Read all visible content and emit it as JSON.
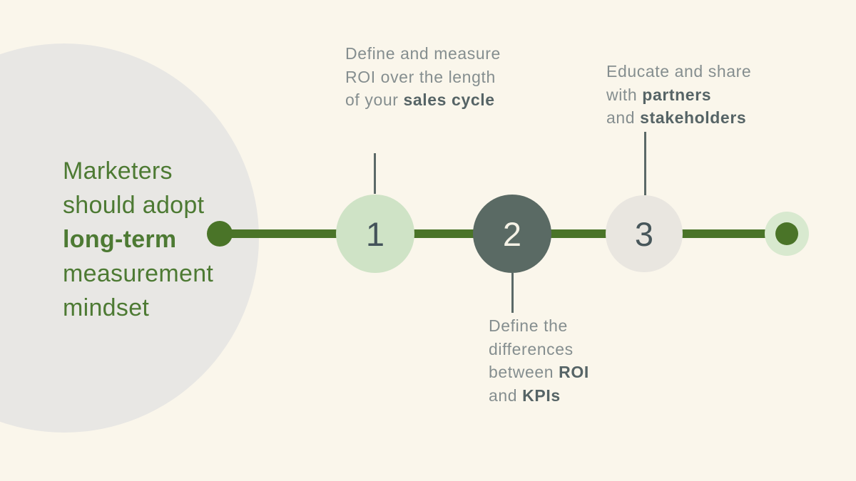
{
  "headline": {
    "lines": [
      {
        "text": "Marketers",
        "bold": false
      },
      {
        "text": "should adopt",
        "bold": false
      },
      {
        "text": "long-term",
        "bold": true
      },
      {
        "text": "measurement",
        "bold": false
      },
      {
        "text": "mindset",
        "bold": false
      }
    ]
  },
  "timeline": {
    "steps": [
      {
        "number": "1",
        "position": "above",
        "label_lines": [
          {
            "normal": "Define and measure",
            "bold": ""
          },
          {
            "normal": "ROI over the length",
            "bold": ""
          },
          {
            "normal": "of your ",
            "bold": "sales cycle"
          }
        ]
      },
      {
        "number": "2",
        "position": "below",
        "label_lines": [
          {
            "normal": "Define the",
            "bold": ""
          },
          {
            "normal": "differences",
            "bold": ""
          },
          {
            "normal": "between ",
            "bold": "ROI"
          },
          {
            "normal": "and ",
            "bold": "KPIs"
          }
        ]
      },
      {
        "number": "3",
        "position": "above",
        "label_lines": [
          {
            "normal": "Educate and share",
            "bold": ""
          },
          {
            "normal": "with ",
            "bold": "partners"
          },
          {
            "normal": "and ",
            "bold": "stakeholders"
          }
        ]
      }
    ]
  },
  "colors": {
    "background": "#faf6eb",
    "decorative_circle": "#e8e7e4",
    "headline_green": "#4d7a33",
    "track_green": "#4a7428",
    "end_halo_green": "#d8e9cf",
    "step1_circle": "#cfe3c6",
    "step2_circle": "#5a6a64",
    "step3_circle": "#e9e6e0",
    "label_gray": "#858e8f",
    "label_bold_gray": "#566466",
    "connector_gray": "#5b6967"
  }
}
